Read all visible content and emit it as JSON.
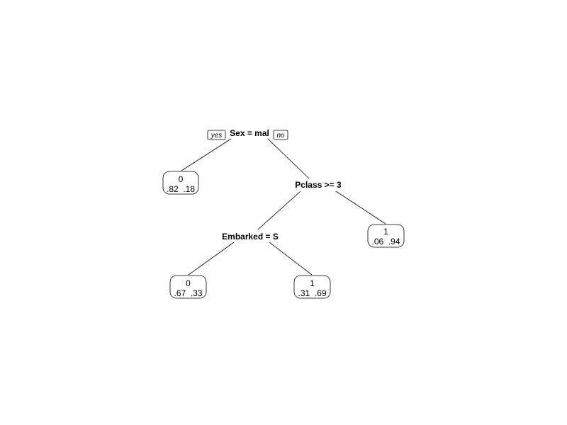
{
  "tree": {
    "root": {
      "label": "Sex = mal"
    },
    "branch_tags": {
      "yes": "yes",
      "no": "no"
    },
    "splits": {
      "pclass": {
        "label": "Pclass >= 3"
      },
      "embarked": {
        "label": "Embarked = S"
      }
    },
    "leaves": {
      "male": {
        "class": "0",
        "probs": ".82  .18"
      },
      "embarked_s": {
        "class": "0",
        "probs": ".67  .33"
      },
      "embarked_other": {
        "class": "1",
        "probs": ".31  .69"
      },
      "pclass_low": {
        "class": "1",
        "probs": ".06  .94"
      }
    }
  }
}
